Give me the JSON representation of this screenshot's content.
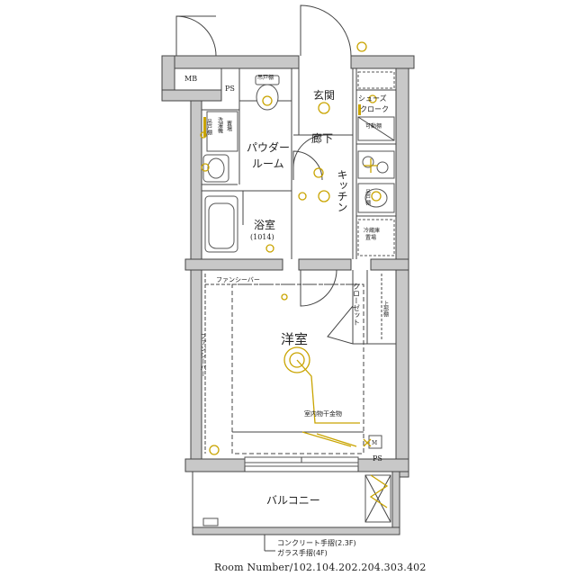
{
  "rooms": {
    "mb": "MB",
    "ps_top": "PS",
    "entrance": "玄関",
    "shoes_cloak_1": "シューズ",
    "shoes_cloak_2": "クローク",
    "movable_shelf": "可動棚",
    "hallway": "廊下",
    "kitchen": "キッチン",
    "powder_1": "パウダー",
    "powder_2": "ルーム",
    "bath": "浴室",
    "bath_size": "(1014)",
    "washer_1": "洗濯機",
    "washer_2": "置場",
    "hanging_shelf_top": "吊戸棚",
    "hanging_shelf_left": "吊戸棚",
    "hanging_shelf_kitchen": "吊戸棚",
    "fridge_1": "冷蔵庫",
    "fridge_2": "置場",
    "closet": "クローゼット",
    "upper_shelf": "上部棚",
    "western_room": "洋室",
    "fancy_bar_top": "ファンシーバー",
    "fancy_bar_side": "ファンシーバー",
    "indoor_dryer": "室内物干金物",
    "balcony": "バルコニー",
    "ps_bottom": "PS",
    "meter": "M"
  },
  "notes": {
    "railing_1": "コンクリート手摺(2.3F)",
    "railing_2": "ガラス手摺(4F)",
    "room_number": "Room Number/102.104.202.204.303.402"
  },
  "colors": {
    "wall": "#c8c8c8",
    "electrical": "#c9a400",
    "line": "#444444"
  }
}
